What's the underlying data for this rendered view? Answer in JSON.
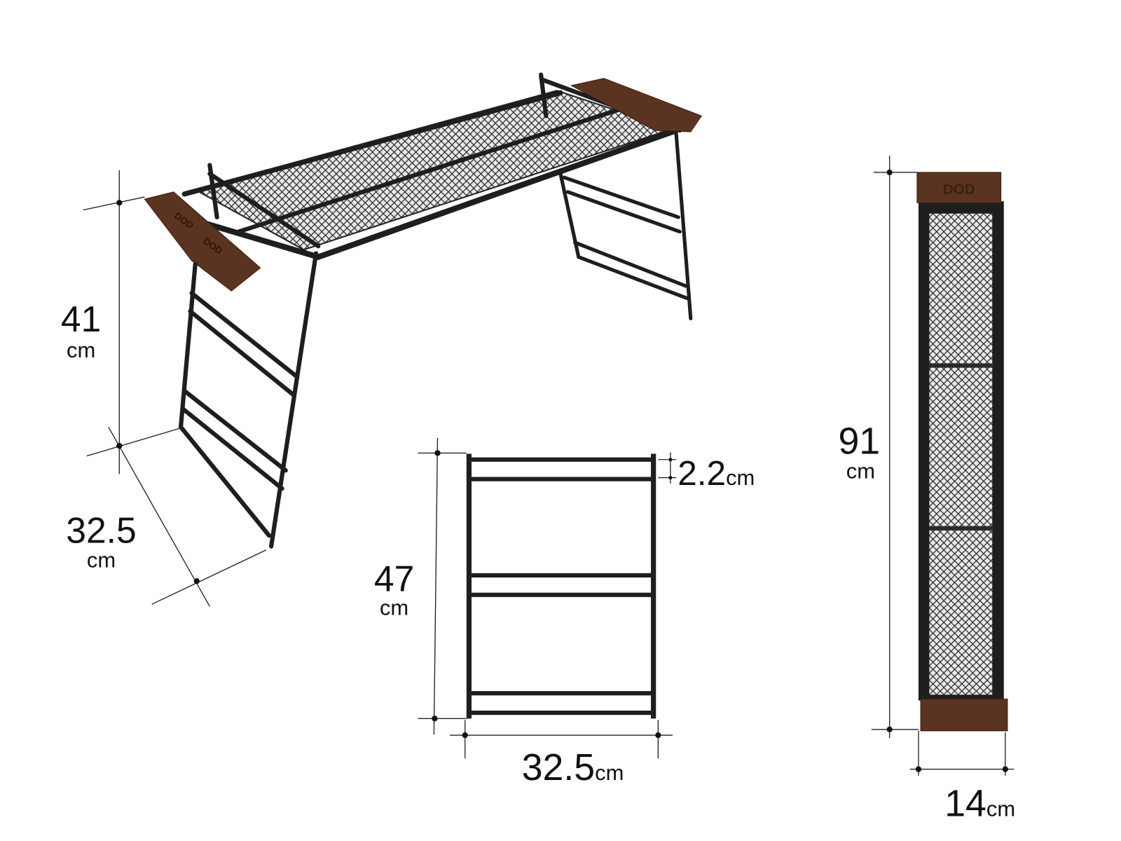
{
  "logo": "DOD",
  "colors": {
    "frame": "#1e1e1e",
    "wood": "#5a3420",
    "mesh": "#2a2a2a",
    "dimension_line": "#222222"
  },
  "perspective_view": {
    "height": {
      "value": "41",
      "unit": "cm"
    },
    "depth": {
      "value": "32.5",
      "unit": "cm"
    }
  },
  "leg_view": {
    "height": {
      "value": "47",
      "unit": "cm"
    },
    "width": {
      "value": "32.5",
      "unit": "cm"
    },
    "rung_spacing": {
      "value": "2.2",
      "unit": "cm"
    }
  },
  "top_view": {
    "length": {
      "value": "91",
      "unit": "cm"
    },
    "width": {
      "value": "14",
      "unit": "cm"
    }
  }
}
